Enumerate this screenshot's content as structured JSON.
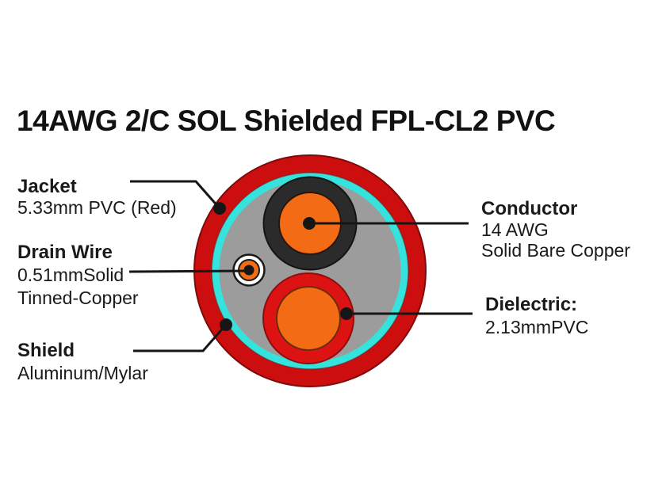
{
  "title": "14AWG 2/C SOL Shielded FPL-CL2 PVC",
  "callouts": {
    "jacket": {
      "title": "Jacket",
      "lines": [
        "5.33mm PVC (Red)"
      ]
    },
    "drain_wire": {
      "title": "Drain Wire",
      "lines": [
        "0.51mmSolid",
        "Tinned-Copper"
      ]
    },
    "shield": {
      "title": "Shield",
      "lines": [
        "Aluminum/Mylar"
      ]
    },
    "conductor": {
      "title": "Conductor",
      "lines": [
        "14 AWG",
        "Solid Bare Copper"
      ]
    },
    "dielectric": {
      "title": "Dielectric:",
      "lines": [
        "2.13mmPVC"
      ]
    }
  },
  "colors": {
    "jacket_red": "#cc0e0e",
    "shield_cyan": "#35e3dc",
    "filler_gray": "#9c9c9c",
    "insulation_black": "#2b2b2b",
    "conductor_orange": "#f46b15",
    "dielectric_red": "#dd1212",
    "drain_white": "#ffffff",
    "line_black": "#161616"
  }
}
